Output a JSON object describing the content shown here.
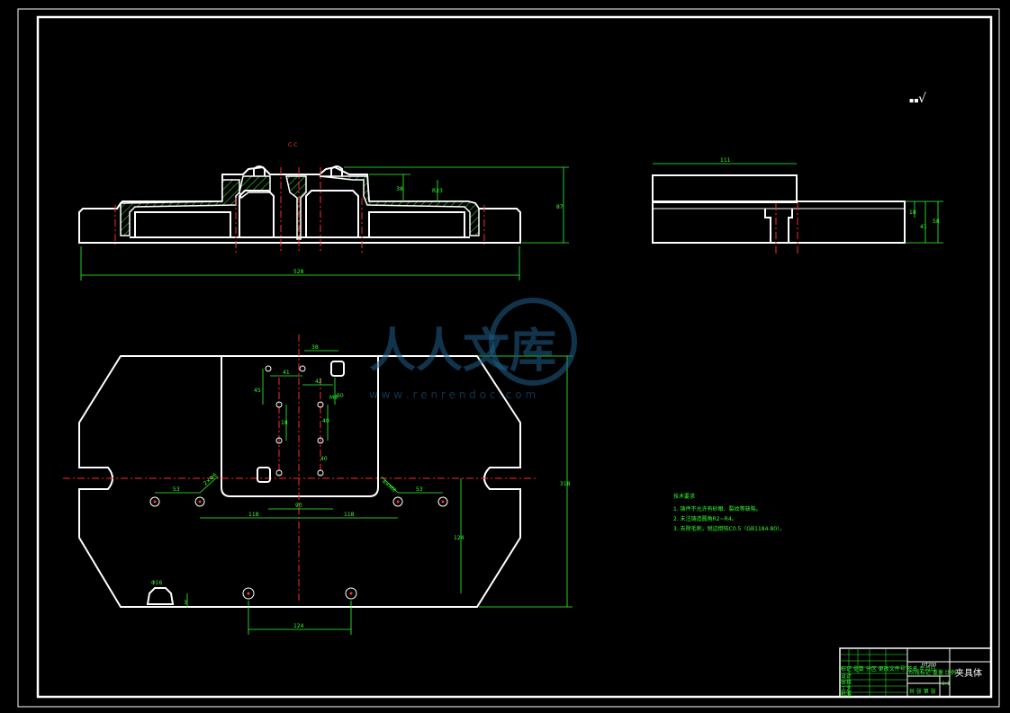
{
  "section_label": "C-C",
  "roughness": {
    "symbol": "√"
  },
  "dims_section": {
    "total_length": "528",
    "height_total": "87",
    "rib_height": "38",
    "step": "R23"
  },
  "dims_side": {
    "width": "111",
    "h1": "18",
    "h2": "41",
    "h3": "58"
  },
  "dims_plan": {
    "d38": "38",
    "d41": "41",
    "d42": "42",
    "d45": "45",
    "d60": "60",
    "d18": "18",
    "d40": "40",
    "d53a": "53",
    "d53b": "53",
    "d90": "90",
    "d118a": "118",
    "d118b": "118",
    "d124v": "124",
    "d318": "318",
    "d124h": "124",
    "hole_a": "2×Φ6",
    "hole_b": "4×M8",
    "hole_c": "M8",
    "slot": "Φ16",
    "edge": "3"
  },
  "notes": {
    "heading": "技术要求",
    "items": [
      "1. 铸件不允许有砂眼、裂纹等缺陷。",
      "2. 未注铸造圆角R2~R4。",
      "3. 去除毛刺，锐边倒钝C0.5（GB1184-80）。"
    ]
  },
  "title_block": {
    "part_code": "HT200",
    "part_name": "夹具体",
    "rows": [
      "标记 处数 分区 更改文件号 签名 年月日",
      "设计",
      "审核",
      "工艺",
      "批准"
    ],
    "stage": "阶段标记 重量 比例",
    "scale": "1:1",
    "sheet": "共 张 第 张"
  },
  "watermark": {
    "brand": "人人文库",
    "url": "w w w . r e n r e n d o c . c o m"
  },
  "colors": {
    "outline": "#ffffff",
    "center": "#ff2a2a",
    "dimension": "#33ff33"
  }
}
